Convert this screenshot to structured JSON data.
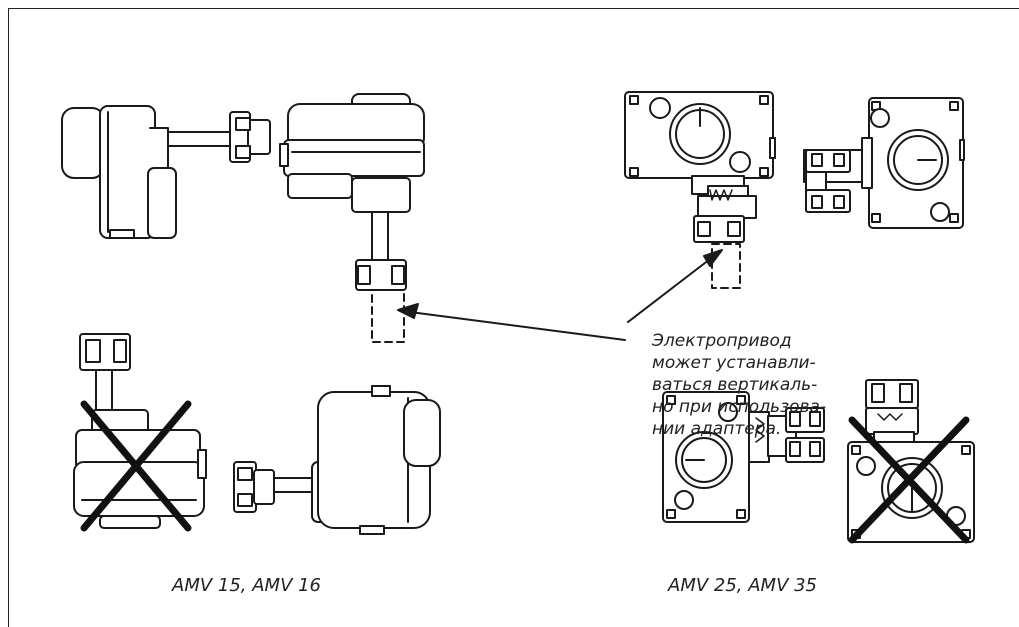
{
  "note": {
    "lines": [
      "Электропривод",
      "может устанавли-",
      "ваться вертикаль-",
      "но при использова-",
      "нии адаптера."
    ]
  },
  "captions": {
    "left": "AMV 15, AMV 16",
    "right": "AMV 25, AMV 35"
  },
  "colors": {
    "line": "#1a1a1a",
    "actuator_fill": "#ffffff",
    "cross": "#111111"
  }
}
